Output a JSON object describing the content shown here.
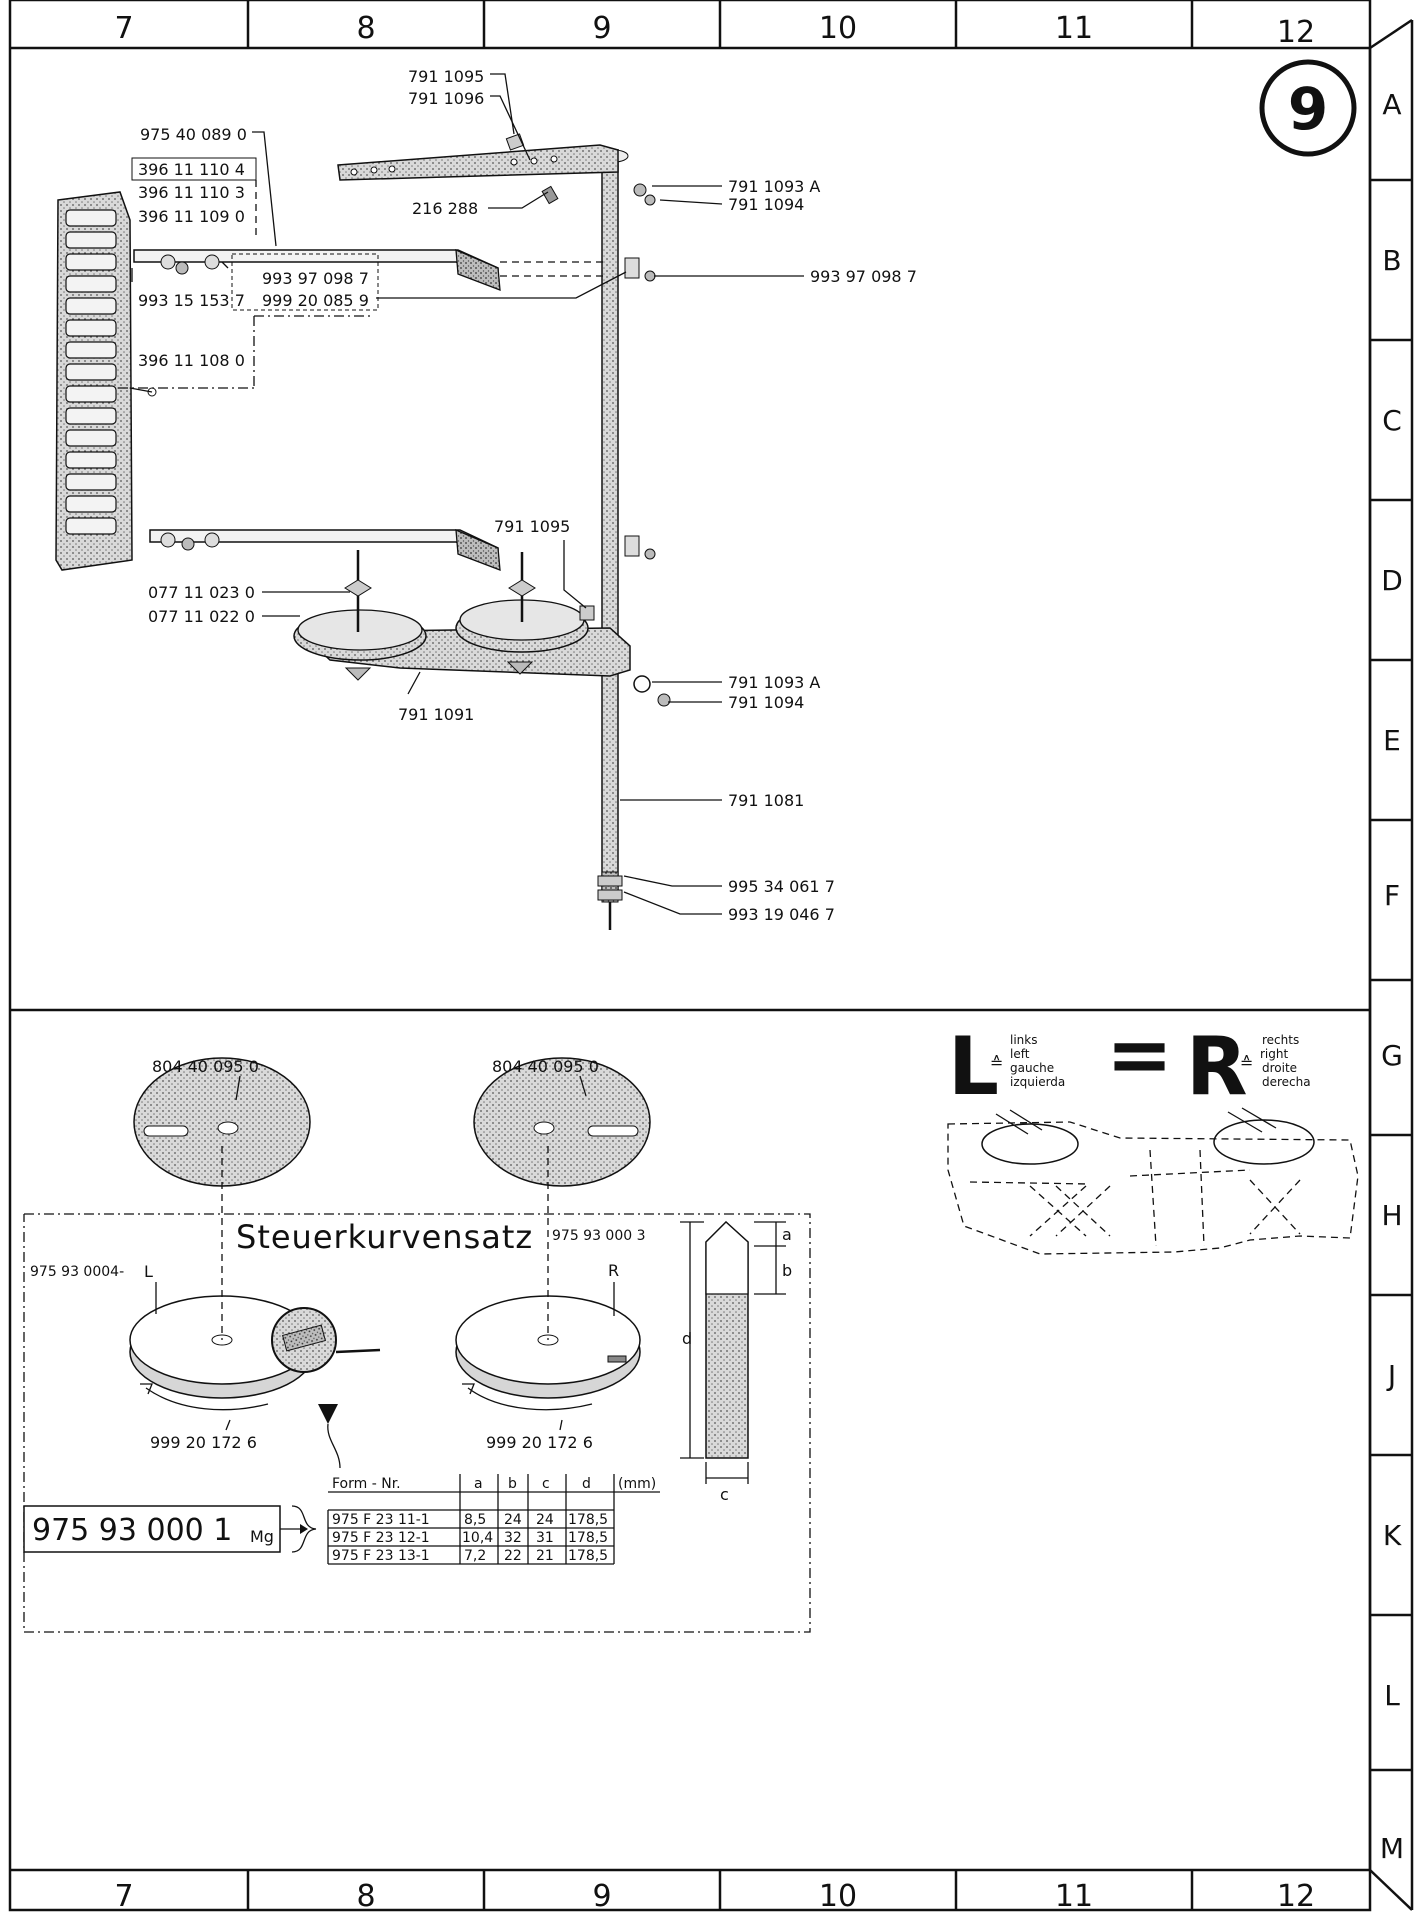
{
  "frame": {
    "columns": [
      "7",
      "8",
      "9",
      "10",
      "11",
      "12"
    ],
    "rows": [
      "A",
      "B",
      "C",
      "D",
      "E",
      "F",
      "G",
      "H",
      "J",
      "K",
      "L",
      "M"
    ],
    "sheet_number": "9"
  },
  "top_assembly": {
    "labels": {
      "p1": "791 1095",
      "p2": "791 1096",
      "p3": "975 40 089 0",
      "p4": "396 11 110 4",
      "p5": "396 11 110 3",
      "p6": "396 11 109 0",
      "p7": "216 288",
      "p8": "791 1093 A",
      "p9": "791 1094",
      "p10": "993 97 098 7",
      "p11": "993 97 098 7",
      "p12": "993 15 153 7",
      "p13": "999 20 085 9",
      "p14": "396 11 108 0",
      "p15": "791 1095",
      "p16": "077 11 023 0",
      "p17": "077 11 022 0",
      "p18": "791 1091",
      "p19": "791 1093 A",
      "p20": "791 1094",
      "p21": "791 1081",
      "p22": "995 34 061 7",
      "p23": "993 19 046 7"
    }
  },
  "cam_set": {
    "disc_left_label": "804 40 095 0",
    "disc_right_label": "804 40 095 0",
    "title": "Steuerkurvensatz",
    "left_cam_prefix": "975 93 0004-",
    "left_cam_letter": "L",
    "right_cam_number": "975 93 000 3",
    "right_cam_letter": "R",
    "screw_left": "999 20 172 6",
    "screw_right": "999 20 172 6",
    "dim_a": "a",
    "dim_b": "b",
    "dim_c": "c",
    "dim_d": "d",
    "kit_number": "975 93 000 1",
    "kit_suffix": "Mg",
    "table": {
      "headers": [
        "Form - Nr.",
        "a",
        "b",
        "c",
        "d",
        "(mm)"
      ],
      "rows": [
        [
          "975 F 23 11-1",
          "8,5",
          "24",
          "24",
          "178,5"
        ],
        [
          "975 F 23 12-1",
          "10,4",
          "32",
          "31",
          "178,5"
        ],
        [
          "975 F 23 13-1",
          "7,2",
          "22",
          "21",
          "178,5"
        ]
      ]
    }
  },
  "legend": {
    "left_letter": "L",
    "left_words": [
      "links",
      "left",
      "gauche",
      "izquierda"
    ],
    "equals": "=",
    "right_letter": "R",
    "right_words": [
      "rechts",
      "right",
      "droite",
      "derecha"
    ],
    "equiv_symbol": "≙"
  }
}
